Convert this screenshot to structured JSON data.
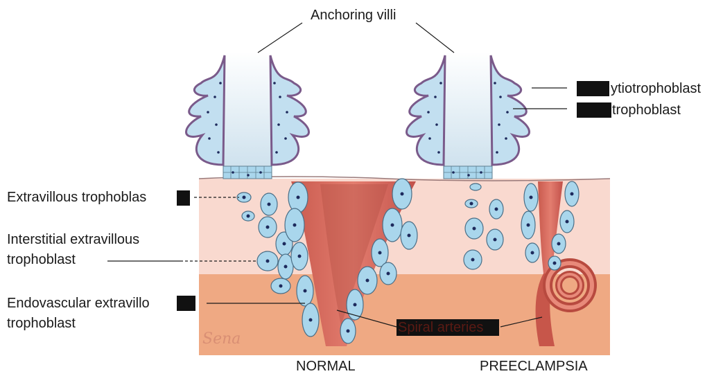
{
  "labels": {
    "anchoring_villi": "Anchoring villi",
    "syncytiotrophoblast_visible": "ytiotrophoblast",
    "cytotrophoblast_visible": "trophoblast",
    "extravillous_visible": "Extravillous trophoblas",
    "interstitial_line1": "Interstitial extravillous",
    "interstitial_line2": "trophoblast",
    "endovascular_line1": "Endovascular extravillo",
    "endovascular_line2": "trophoblast",
    "spiral_arteries": "Spiral arteries",
    "normal": "NORMAL",
    "preeclampsia": "PREECLAMPSIA",
    "signature": "Sena"
  },
  "colors": {
    "decidua_upper": "#f9d9cf",
    "decidua_lower": "#efa983",
    "artery": "#d9665a",
    "villus_cell": "#a9d6ec",
    "villus_border": "#7a5a8a",
    "nucleus": "#1d2a5c",
    "redaction": "#111111"
  }
}
